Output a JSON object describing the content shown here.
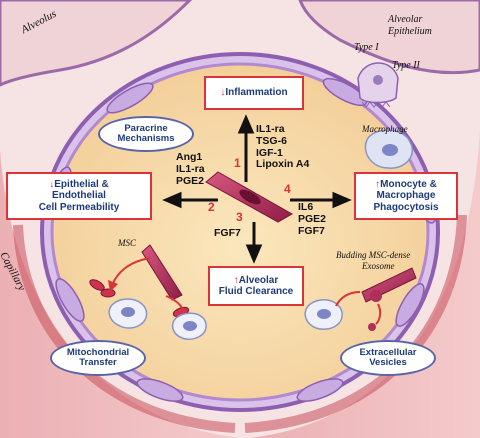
{
  "labels": {
    "alveolus": "Alveolus",
    "alveolar_epithelium_line1": "Alveolar",
    "alveolar_epithelium_line2": "Epithelium",
    "type1": "Type I",
    "type2": "Type II",
    "capillary": "Capillary",
    "macrophage": "Macrophage",
    "msc": "MSC",
    "budding_line1": "Budding MSC-dense",
    "budding_line2": "Exosome"
  },
  "boxes": {
    "inflammation": {
      "arrow": "↓",
      "text": "Inflammation"
    },
    "permeability": {
      "arrow": "↓",
      "line1": "Epithelial &",
      "line2": "Endothelial",
      "line3": "Cell Permeability"
    },
    "monocyte": {
      "arrow": "↑",
      "line1": "Monocyte &",
      "line2": "Macrophage",
      "line3": "Phagocytosis"
    },
    "clearance": {
      "arrow": "↑",
      "line1": "Alveolar",
      "line2": "Fluid Clearance"
    }
  },
  "ovals": {
    "paracrine_line1": "Paracrine",
    "paracrine_line2": "Mechanisms",
    "mito_line1": "Mitochondrial",
    "mito_line2": "Transfer",
    "ev_line1": "Extracellular",
    "ev_line2": "Vesicles"
  },
  "factors": {
    "up": [
      "IL1-ra",
      "TSG-6",
      "IGF-1",
      "Lipoxin A4"
    ],
    "left": [
      "Ang1",
      "IL1-ra",
      "PGE2"
    ],
    "right": [
      "IL6",
      "PGE2",
      "FGF7"
    ],
    "down": [
      "FGF7"
    ]
  },
  "numbers": {
    "n1": "1",
    "n2": "2",
    "n3": "3",
    "n4": "4"
  },
  "colors": {
    "box_border": "#d8343a",
    "oval_border": "#5a64a8",
    "msc": "#b02e5c"
  }
}
